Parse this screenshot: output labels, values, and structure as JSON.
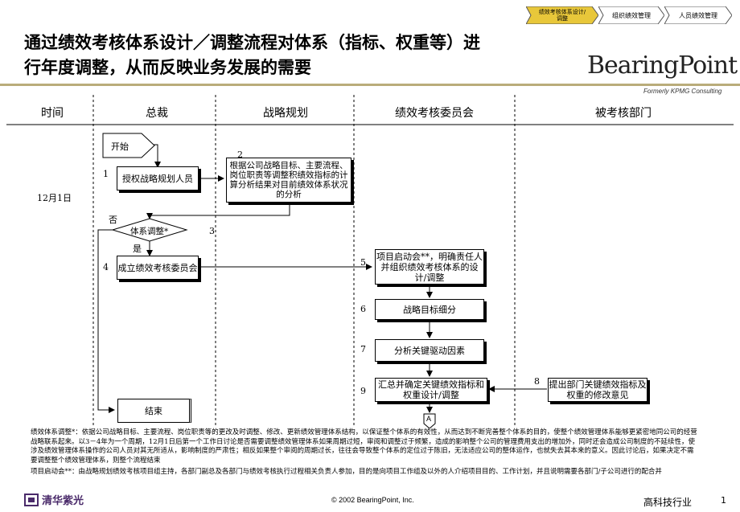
{
  "header": {
    "title_line1": "通过绩效考核体系设计／调整流程对体系（指标、权重等）进",
    "title_line2": "行年度调整，从而反映业务发展的需要",
    "nav": [
      {
        "label": "绩效考核体系设计/调整",
        "active": true
      },
      {
        "label": "组织绩效管理",
        "active": false
      },
      {
        "label": "人员绩效管理",
        "active": false
      }
    ],
    "logo_text": "BearingPoint",
    "logo_sub": "Formerly KPMG Consulting"
  },
  "columns": [
    "时间",
    "总裁",
    "战略规划",
    "绩效考核委员会",
    "被考核部门"
  ],
  "time_label": "12月1日",
  "steps": {
    "start": "开始",
    "s1": {
      "num": "1",
      "text": "授权战略规划人员"
    },
    "s2": {
      "num": "2",
      "text": "根据公司战略目标、主要流程、岗位职责等调整积绩效指标的计算分析结果对目前绩效体系状况的分析"
    },
    "s3": {
      "num": "3",
      "text": "体系调整*"
    },
    "s3_no": "否",
    "s3_yes": "是",
    "s4": {
      "num": "4",
      "text": "成立绩效考核委员会"
    },
    "s5": {
      "num": "5",
      "text": "项目启动会**，明确责任人并组织绩效考核体系的设计/调整"
    },
    "s6": {
      "num": "6",
      "text": "战略目标细分"
    },
    "s7": {
      "num": "7",
      "text": "分析关键驱动因素"
    },
    "s8": {
      "num": "8",
      "text": "提出部门关键绩效指标及权重的修改意见"
    },
    "s9": {
      "num": "9",
      "text": "汇总并确定关键绩效指标和权重设计/调整"
    },
    "end": "结束",
    "connector": "A"
  },
  "notes": {
    "note1": "绩效体系调整*：依据公司战略目标、主要流程、岗位职责等的更改及时调整、修改、更新绩效管理体系结构，以保证整个体系的有效性，从而达到不断完善整个体系的目的，使整个绩效管理体系能够更紧密地同公司的经营战略联系起来。以3－4年为一个周期，12月1日后第一个工作日讨论是否需要调整绩效管理体系如果周期过短，审阅和调整过于频繁，造成的影响整个公司的管理费用支出的增加外，同时还会造成公司制度的不延续性，使涉及绩效管理体系操作的公司人员对其无所适从，影响制度的严肃性；相反如果整个审阅的周期过长，往往会导致整个体系的定位过于陈旧，无法适应公司的整体运作，也就失去其本来的意义。因此讨论后，如果决定不需要调整整个绩效管理体系，则整个流程结束",
    "note2": "项目启动会**：由战略规划绩效考核项目组主持，各部门副总及各部门与绩效考核执行过程相关负责人参加，目的是向项目工作组及以外的人介绍项目目的、工作计划，并且说明需要各部门/子公司进行的配合并"
  },
  "footer": {
    "brand": "清华紫光",
    "copyright": "© 2002 BearingPoint, Inc.",
    "industry": "高科技行业",
    "page": "1"
  }
}
